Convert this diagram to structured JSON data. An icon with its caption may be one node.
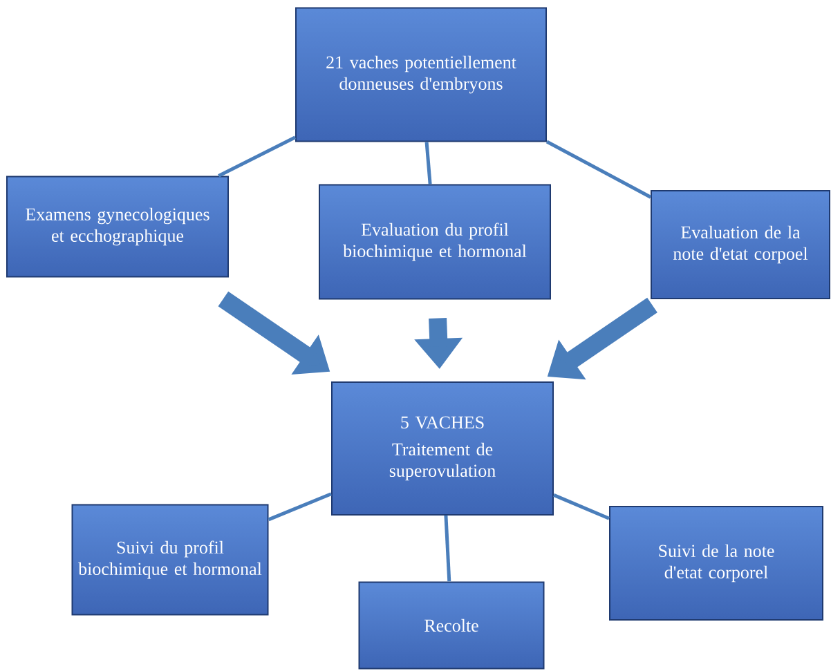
{
  "diagram": {
    "nodes": [
      {
        "text": [
          "21 vaches potentiellement donneuses d'embryons"
        ]
      },
      {
        "text": [
          "Examens gynecologiques et ecchographique"
        ]
      },
      {
        "text": [
          "Evaluation du profil biochimique et hormonal"
        ]
      },
      {
        "text": [
          "Evaluation de la note d'etat corpoel"
        ]
      },
      {
        "text": [
          "5 VACHES",
          "Traitement de superovulation"
        ]
      },
      {
        "text": [
          "Suivi du profil biochimique et hormonal"
        ]
      },
      {
        "text": [
          "Recolte"
        ]
      },
      {
        "text": [
          "Suivi de la note d'etat corporel"
        ]
      }
    ],
    "edges": [
      {
        "from": 0,
        "to": 1,
        "arrow": "none"
      },
      {
        "from": 0,
        "to": 2,
        "arrow": "none"
      },
      {
        "from": 0,
        "to": 3,
        "arrow": "none"
      },
      {
        "from": 1,
        "to": 4,
        "arrow": "to",
        "style": "thick"
      },
      {
        "from": 2,
        "to": 4,
        "arrow": "to",
        "style": "thick"
      },
      {
        "from": 3,
        "to": 4,
        "arrow": "to",
        "style": "thick"
      },
      {
        "from": 4,
        "to": 5,
        "arrow": "none"
      },
      {
        "from": 4,
        "to": 6,
        "arrow": "none"
      },
      {
        "from": 4,
        "to": 7,
        "arrow": "none"
      }
    ]
  }
}
